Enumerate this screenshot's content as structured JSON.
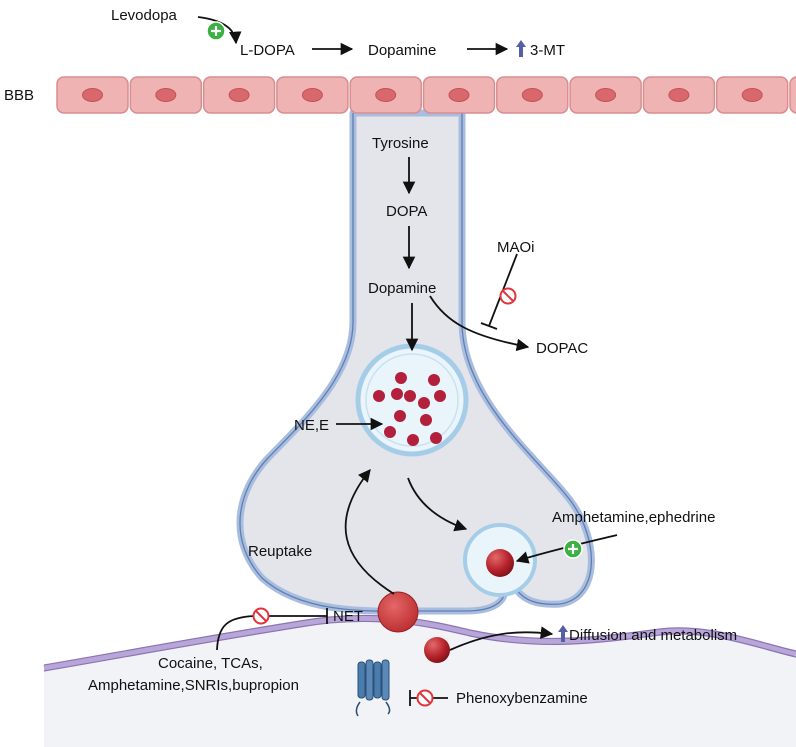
{
  "colors": {
    "cell_fill": "#efb3b4",
    "cell_stroke": "#d98d90",
    "cell_nucleus": "#d8686c",
    "neuron_fill": "#e3e5eb",
    "neuron_stroke": "#a9bddf",
    "vesicle_fill": "#eaf4fb",
    "vesicle_ring": "#a5cde8",
    "dot_fill": "#b3203b",
    "receptor": "#4b7cae",
    "membrane": "#b8a6d6",
    "plus_green": "#3cb043",
    "inhibit_red": "#e0353a",
    "up_arrow": "#5360a3"
  },
  "labels": {
    "levodopa": "Levodopa",
    "l_dopa": "L-DOPA",
    "dopamine_top": "Dopamine",
    "three_mt": "3-MT",
    "bbb": "BBB",
    "tyrosine": "Tyrosine",
    "dopa": "DOPA",
    "dopamine_mid": "Dopamine",
    "maoi": "MAOi",
    "dopac": "DOPAC",
    "ne_e": "NE,E",
    "amphetamine_ephedrine": "Amphetamine,ephedrine",
    "reuptake": "Reuptake",
    "net": "NET",
    "diffusion": "Diffusion and metabolism",
    "drugs_line1": "Cocaine, TCAs,",
    "drugs_line2": "Amphetamine,SNRIs,bupropion",
    "phenoxybenzamine": "Phenoxybenzamine"
  },
  "icons": {
    "plus": "plus-circle-icon",
    "inhibit": "prohibited-icon",
    "increase": "up-arrow-icon",
    "receptor": "receptor-icon"
  },
  "bbb_cell_count": 11,
  "vesicle_dot_count": 12
}
